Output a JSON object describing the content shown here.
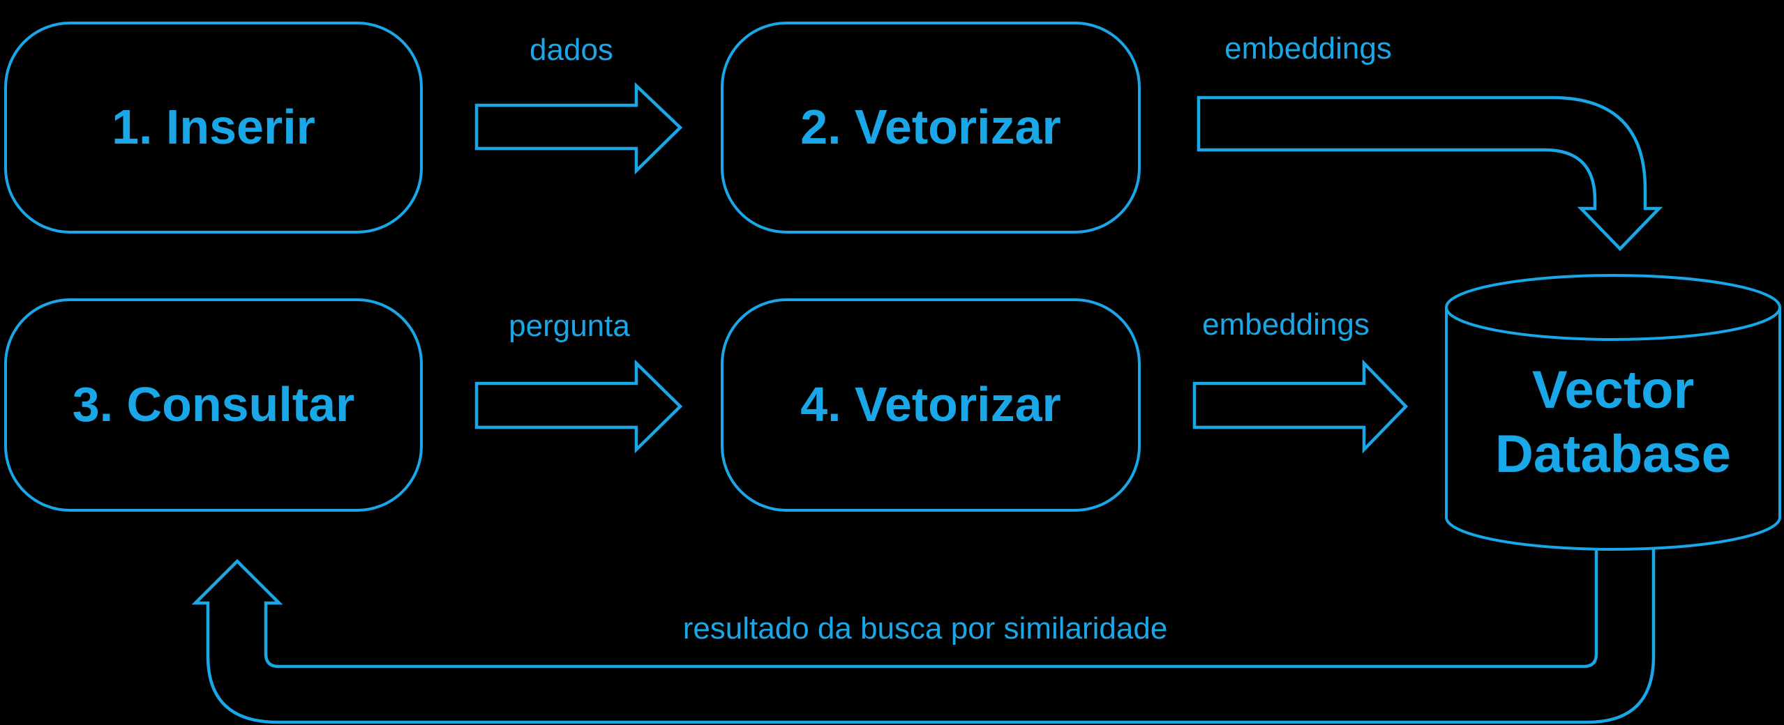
{
  "colors": {
    "background": "#000000",
    "accent": "#19A7E8"
  },
  "nodes": {
    "box1": "1. Inserir",
    "box2": "2. Vetorizar",
    "box3": "3. Consultar",
    "box4": "4. Vetorizar",
    "database_line1": "Vector",
    "database_line2": "Database"
  },
  "edges": {
    "dados": {
      "from": "1. Inserir",
      "to": "2. Vetorizar",
      "label": "dados"
    },
    "embeddings_top": {
      "from": "2. Vetorizar",
      "to": "Vector Database",
      "label": "embeddings"
    },
    "pergunta": {
      "from": "3. Consultar",
      "to": "4. Vetorizar",
      "label": "pergunta"
    },
    "embeddings_bottom": {
      "from": "4. Vetorizar",
      "to": "Vector Database",
      "label": "embeddings"
    },
    "resultado": {
      "from": "Vector Database",
      "to": "3. Consultar",
      "label": "resultado da busca por similaridade"
    }
  }
}
